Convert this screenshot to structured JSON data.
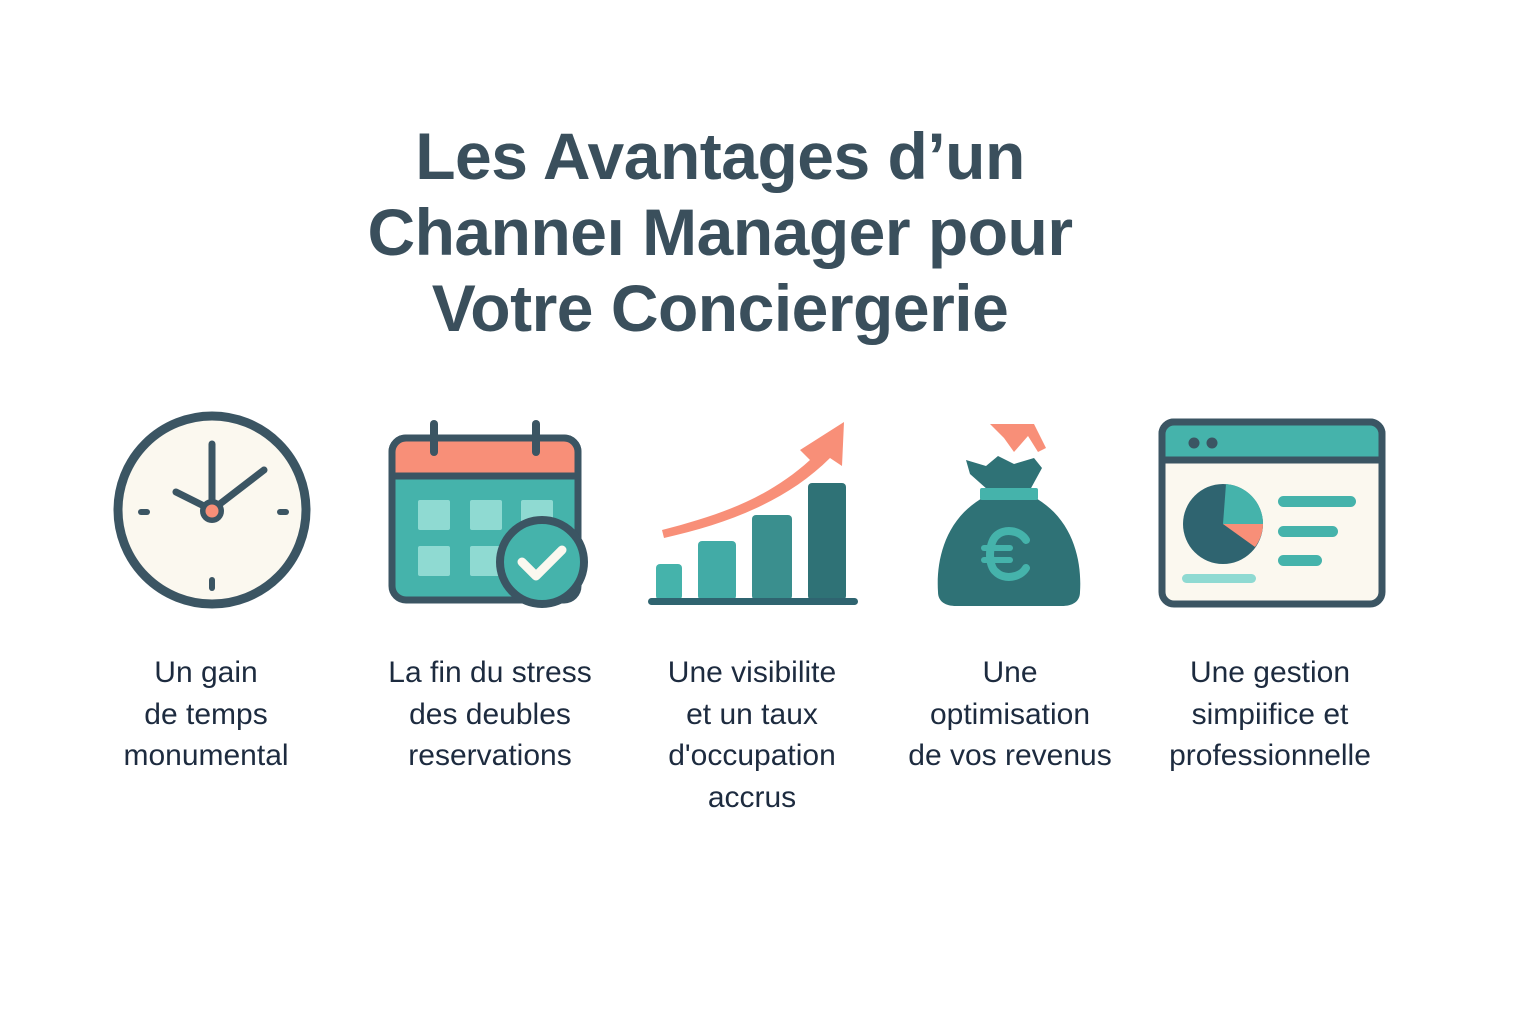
{
  "title": {
    "lines": [
      "Les Avantages d’un",
      "Channeı Manager pour",
      "Votre Conciergerie"
    ]
  },
  "colors": {
    "dark_slate": "#3b5563",
    "teal": "#45b3ab",
    "dark_teal": "#2f7276",
    "light_teal": "#8fdad2",
    "coral": "#f88f78",
    "cream": "#fbf8ef",
    "text": "#1d2b3f",
    "title": "#3a4f5c"
  },
  "features": [
    {
      "icon": "clock-icon",
      "caption": [
        "Un gain",
        "de temps",
        "monumental"
      ]
    },
    {
      "icon": "calendar-check-icon",
      "caption": [
        "La fin du stress",
        "des deubles",
        "reservations"
      ]
    },
    {
      "icon": "growth-chart-icon",
      "caption": [
        "Une visibilite",
        "et un taux",
        "d'occupation",
        "accrus"
      ]
    },
    {
      "icon": "euro-money-bag-icon",
      "caption": [
        "Une",
        "optimisation",
        "de vos revenus"
      ]
    },
    {
      "icon": "dashboard-window-icon",
      "caption": [
        "Une gestion",
        "simpiifice et",
        "professionnelle"
      ]
    }
  ]
}
